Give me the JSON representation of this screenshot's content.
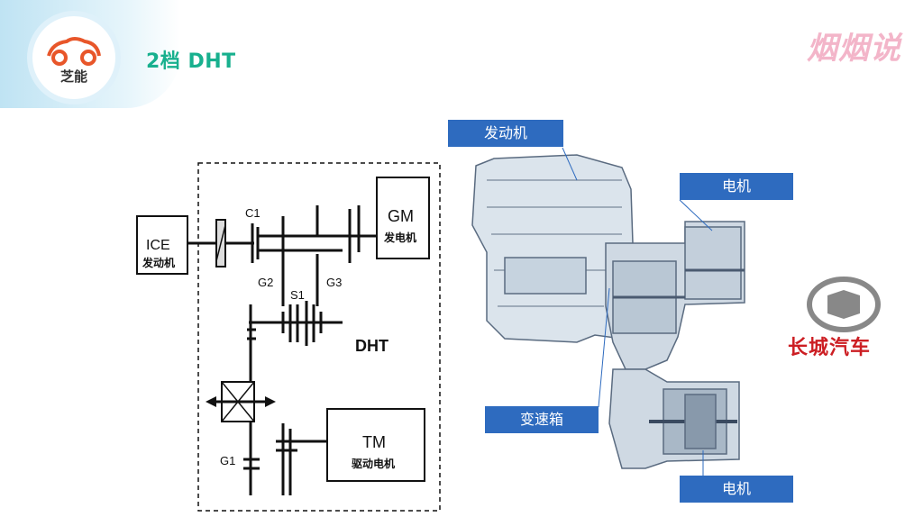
{
  "header": {
    "logo_text": "芝能",
    "title": "2档 DHT",
    "brand": "烟烟说"
  },
  "schematic": {
    "ice_label": "ICE",
    "ice_sub": "发动机",
    "gm_label": "GM",
    "gm_sub": "发电机",
    "tm_label": "TM",
    "tm_sub": "驱动电机",
    "dht_label": "DHT",
    "c1": "C1",
    "g1": "G1",
    "g2": "G2",
    "g3": "G3",
    "s1": "S1"
  },
  "callouts": {
    "engine": "发动机",
    "motor_top": "电机",
    "gearbox": "变速箱",
    "motor_bottom": "电机"
  },
  "oem_logo": {
    "text": "长城汽车",
    "color": "#cc1e23"
  },
  "colors": {
    "title": "#18b08e",
    "callout_bg": "#2e6bbf"
  }
}
